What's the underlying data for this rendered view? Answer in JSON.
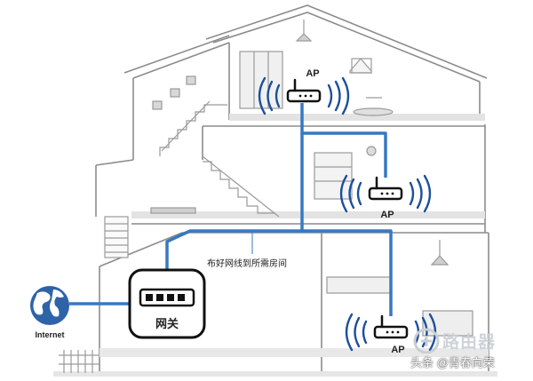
{
  "labels": {
    "ap_top": "AP",
    "ap_middle": "AP",
    "ap_bottom": "AP",
    "gateway": "网关",
    "internet": "Internet",
    "cable_caption": "布好网线到所需房间"
  },
  "watermark": {
    "brand": "路由器",
    "caption": "头条 @青春向荣"
  },
  "colors": {
    "cable": "#3878c0",
    "house_outline": "#8c8c8c",
    "floor": "#d9d9d9",
    "globe": "#2f63a8",
    "wifi": "#1e4f9b"
  }
}
